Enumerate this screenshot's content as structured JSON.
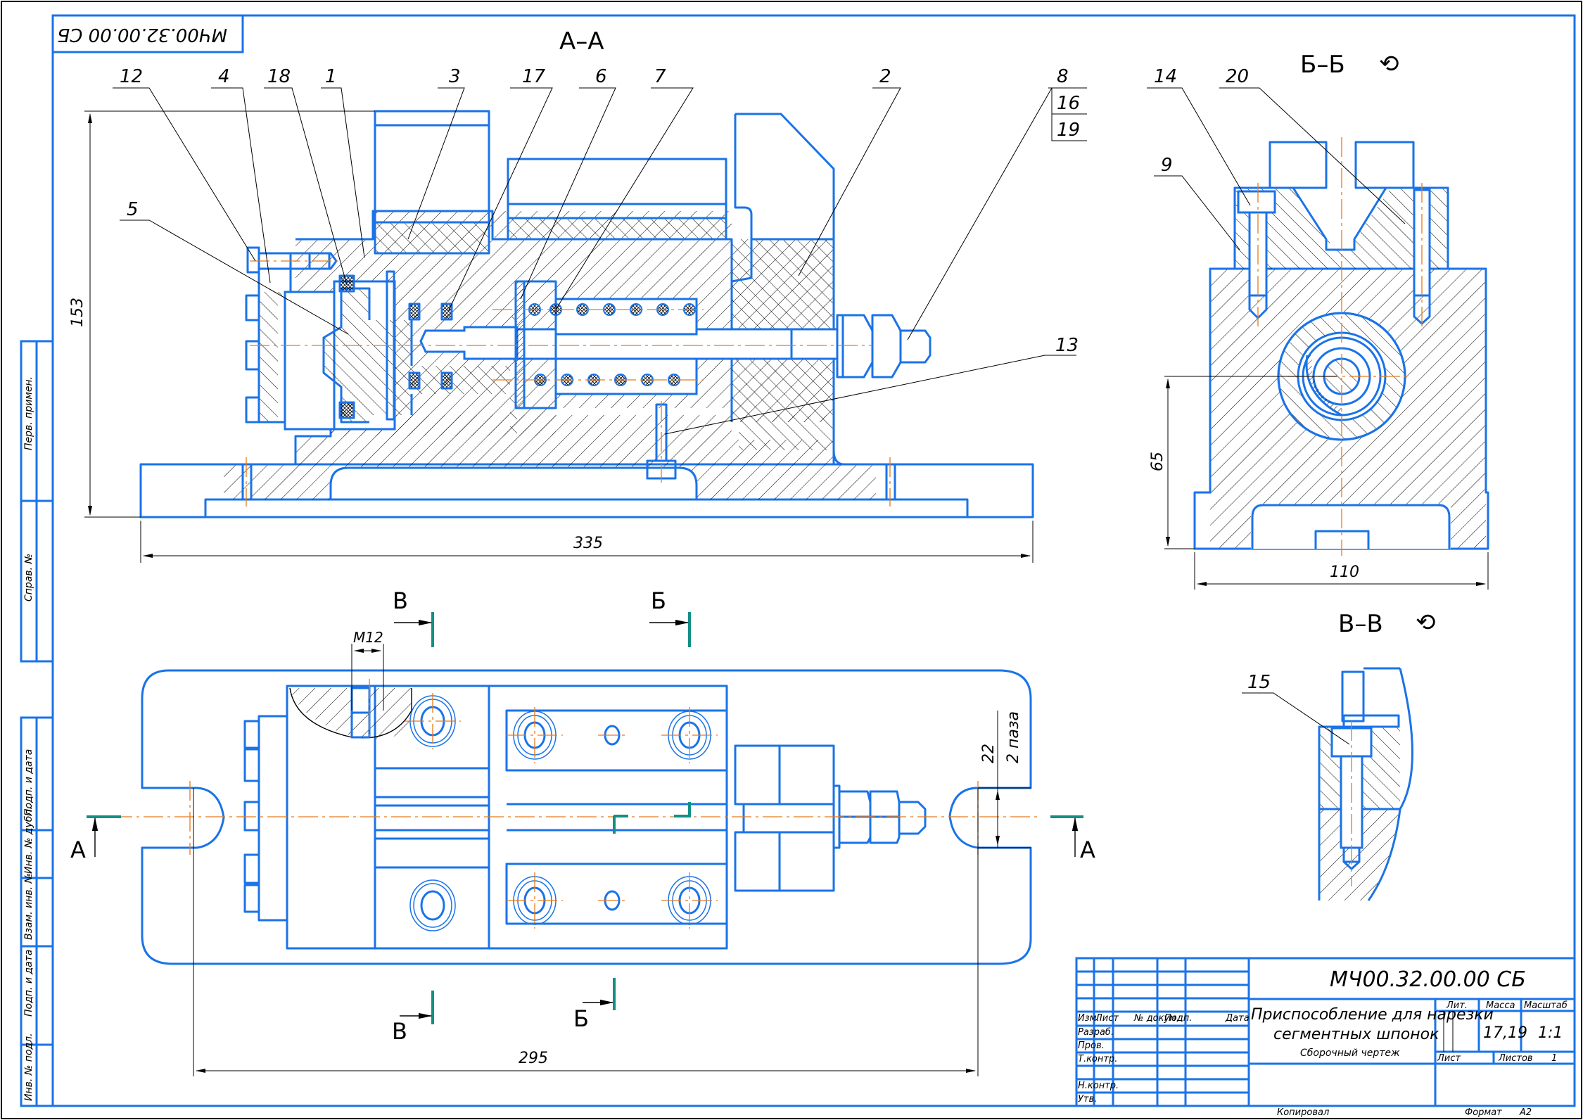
{
  "drawing": {
    "code_stamp_rotated": "МЧ00.32.00.00 СБ",
    "sections": {
      "a_a": "А–А",
      "b_b": "Б–Б",
      "v_v": "В–В"
    },
    "section_markers": {
      "a": "А",
      "b": "Б",
      "v": "В"
    },
    "part_callouts": {
      "section_a_a": [
        "12",
        "4",
        "18",
        "1",
        "3",
        "17",
        "6",
        "7",
        "2",
        "8",
        "16",
        "19",
        "5",
        "13"
      ],
      "section_b_b": [
        "14",
        "20",
        "9"
      ],
      "section_v_v": [
        "15"
      ]
    },
    "dimensions": {
      "height_total": "153",
      "length_base": "335",
      "height_bb": "65",
      "width_bb": "110",
      "thread": "M12",
      "slot_width": "22",
      "slot_note": "2 паза",
      "slot_spacing": "295"
    }
  },
  "left_strip": {
    "top": [
      "Перв. примен.",
      "Справ. №"
    ],
    "bottom": [
      "Подп. и дата",
      "Инв. № дубл.",
      "Взам. инв. №",
      "Подп. и дата",
      "Инв. № подл."
    ]
  },
  "title_block": {
    "designation": "МЧ00.32.00.00 СБ",
    "title_line1": "Приспособление для нарезки",
    "title_line2": "сегментных шпонок",
    "doc_type": "Сборочный чертеж",
    "headers": {
      "izm": "Изм.",
      "list": "Лист",
      "doc_no": "№ докум.",
      "sign": "Подп.",
      "date": "Дата"
    },
    "roles": [
      "Разраб.",
      "Пров.",
      "Т.контр.",
      "",
      "Н.контр.",
      "Утв."
    ],
    "lit_label": "Лит.",
    "mass_label": "Масса",
    "scale_label": "Масштаб",
    "mass_value": "17,19",
    "scale_value": "1:1",
    "sheet_label": "Лист",
    "sheets_label": "Листов",
    "sheets_value": "1",
    "copied_label": "Копировал",
    "format_label": "Формат",
    "format_value": "A2"
  },
  "colors": {
    "object_line": "#1a73e8",
    "center_line": "#e87a1a",
    "section_mark": "#138f86",
    "annotation": "#000000"
  }
}
